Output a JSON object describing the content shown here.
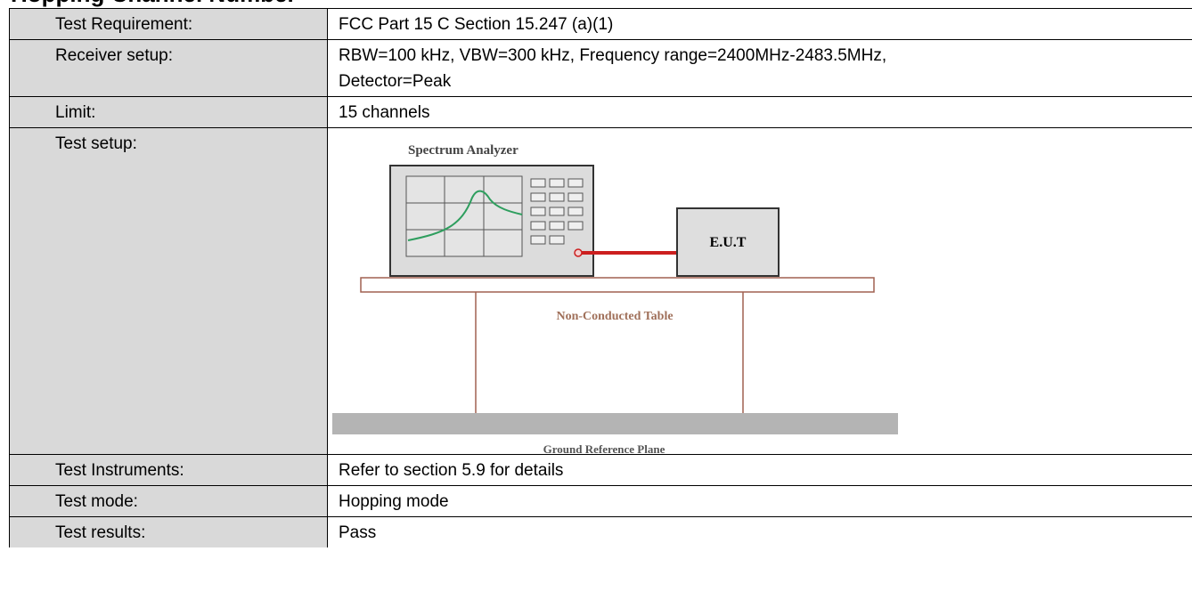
{
  "heading": "Hopping Channel Number",
  "rows": [
    {
      "label": "Test Requirement:",
      "value": "FCC Part 15 C Section 15.247 (a)(1)"
    },
    {
      "label": "Receiver setup:",
      "value_line1": "RBW=100 kHz, VBW=300 kHz, Frequency range=2400MHz-2483.5MHz,",
      "value_line2": "Detector=Peak"
    },
    {
      "label": "Limit:",
      "value": "15 channels"
    },
    {
      "label": "Test setup:"
    },
    {
      "label": "Test Instruments:",
      "value": "Refer to section 5.9 for details"
    },
    {
      "label": "Test mode:",
      "value": "Hopping mode"
    },
    {
      "label": "Test results:",
      "value": "Pass"
    }
  ],
  "diagram": {
    "analyzer_title": "Spectrum Analyzer",
    "eut_label": "E.U.T",
    "table_label": "Non-Conducted Table",
    "ground_label": "Ground Reference Plane",
    "colors": {
      "cable": "#cc1f1f",
      "trace": "#2e9e5e",
      "table": "#a06050",
      "ground": "#b4b4b4"
    }
  }
}
